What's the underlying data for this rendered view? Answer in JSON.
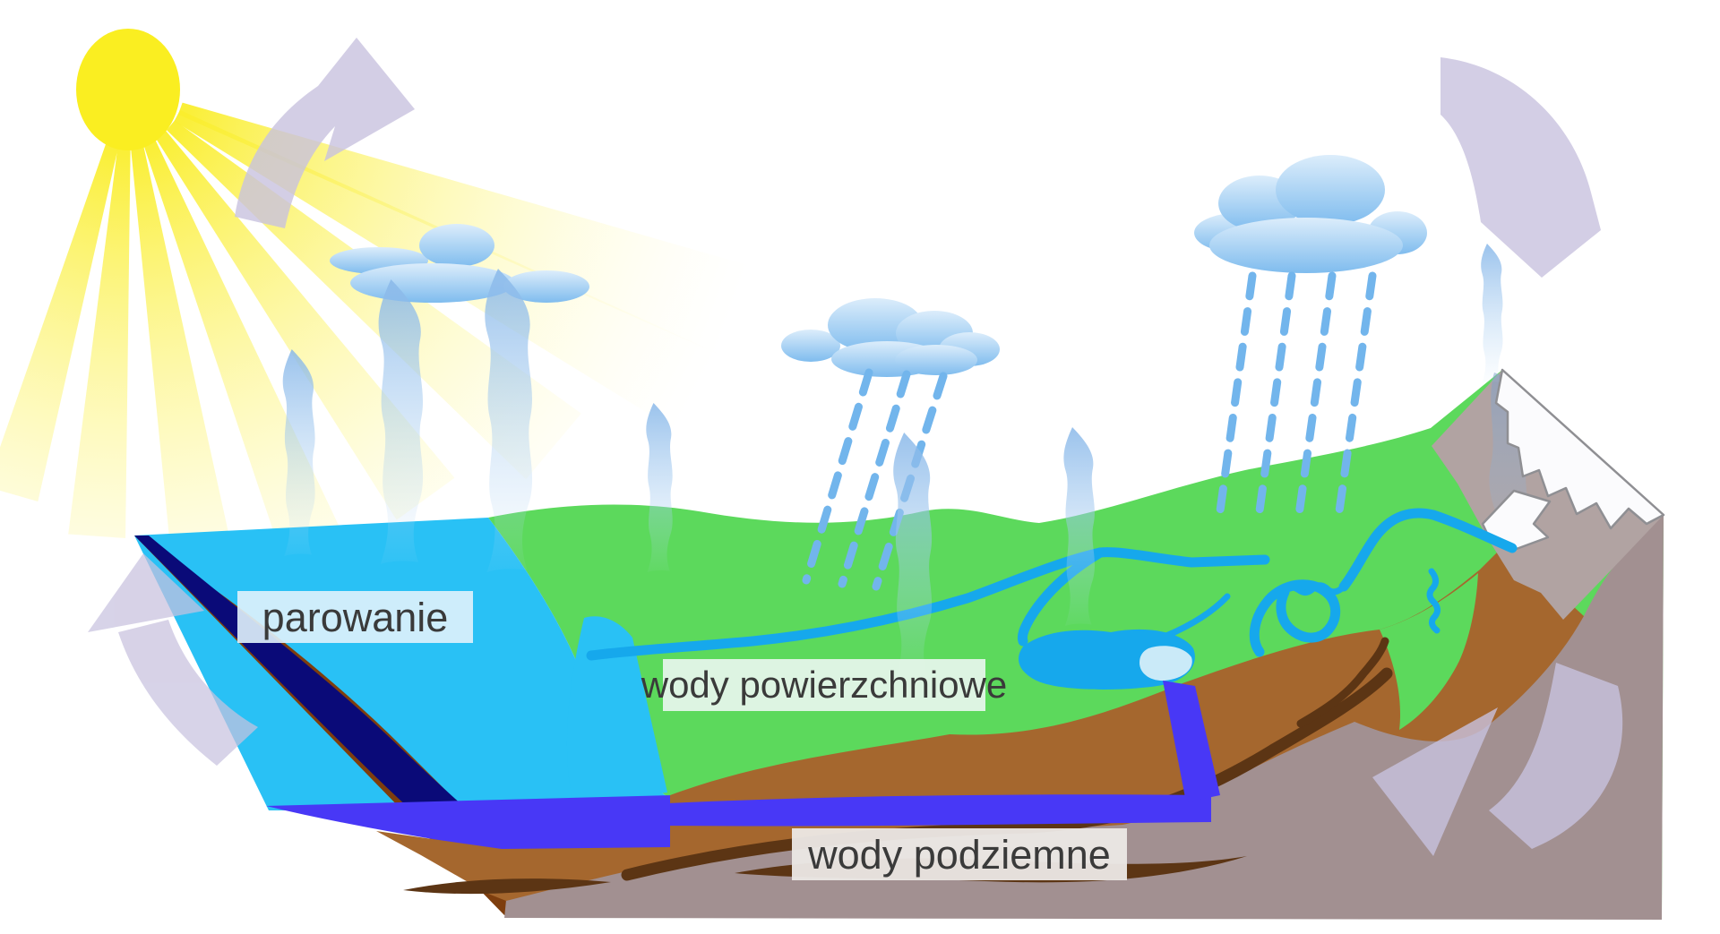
{
  "diagram": {
    "type": "water-cycle-diagram",
    "labels": {
      "evaporation": "parowanie",
      "surface_water": "wody powierzchniowe",
      "groundwater": "wody podziemne"
    },
    "elements": {
      "sun": 1,
      "sun_rays": 8,
      "clouds": 3,
      "rain_showers": 2,
      "rain_streaks_middle": 3,
      "rain_streaks_right": 4,
      "cycle_arrows": 4,
      "steam_wisps": 7
    }
  },
  "palette": {
    "sun": "#FAEE21",
    "ray_near": "rgba(250,238,45,0.95)",
    "ray_far": "rgba(255,252,215,0)",
    "cloud": "#7FBCEE",
    "cloud_light": "#DCEDFB",
    "rain": "#72B5EC",
    "arrow": "#C8C2DF",
    "water_surface": "#29C1F5",
    "water_deep": "#0A0A78",
    "water_royal": "#4838F6",
    "river": "#16A8EC",
    "grass": "#5CD95C",
    "soil": "#A5672E",
    "soil_dark": "#5C3514",
    "soil_face": "#7E3E0E",
    "rock": "#A29091",
    "rock_top": "#B1A3A2",
    "snow": "#FBFBFD",
    "snow_outline": "#8F8F93",
    "steam_top": "rgba(137,184,233,0.85)",
    "steam_bottom": "rgba(190,220,246,0.05)",
    "stream_top": "rgba(125,158,200,0.75)",
    "stream_bottom": "rgba(150,190,225,0.15)",
    "label_text": "#3A3A3A",
    "label_bg_evaporation": "rgba(224,242,252,0.9)",
    "label_bg_surface": "rgba(232,246,238,0.92)",
    "label_bg_ground": "rgba(236,233,230,0.95)"
  }
}
